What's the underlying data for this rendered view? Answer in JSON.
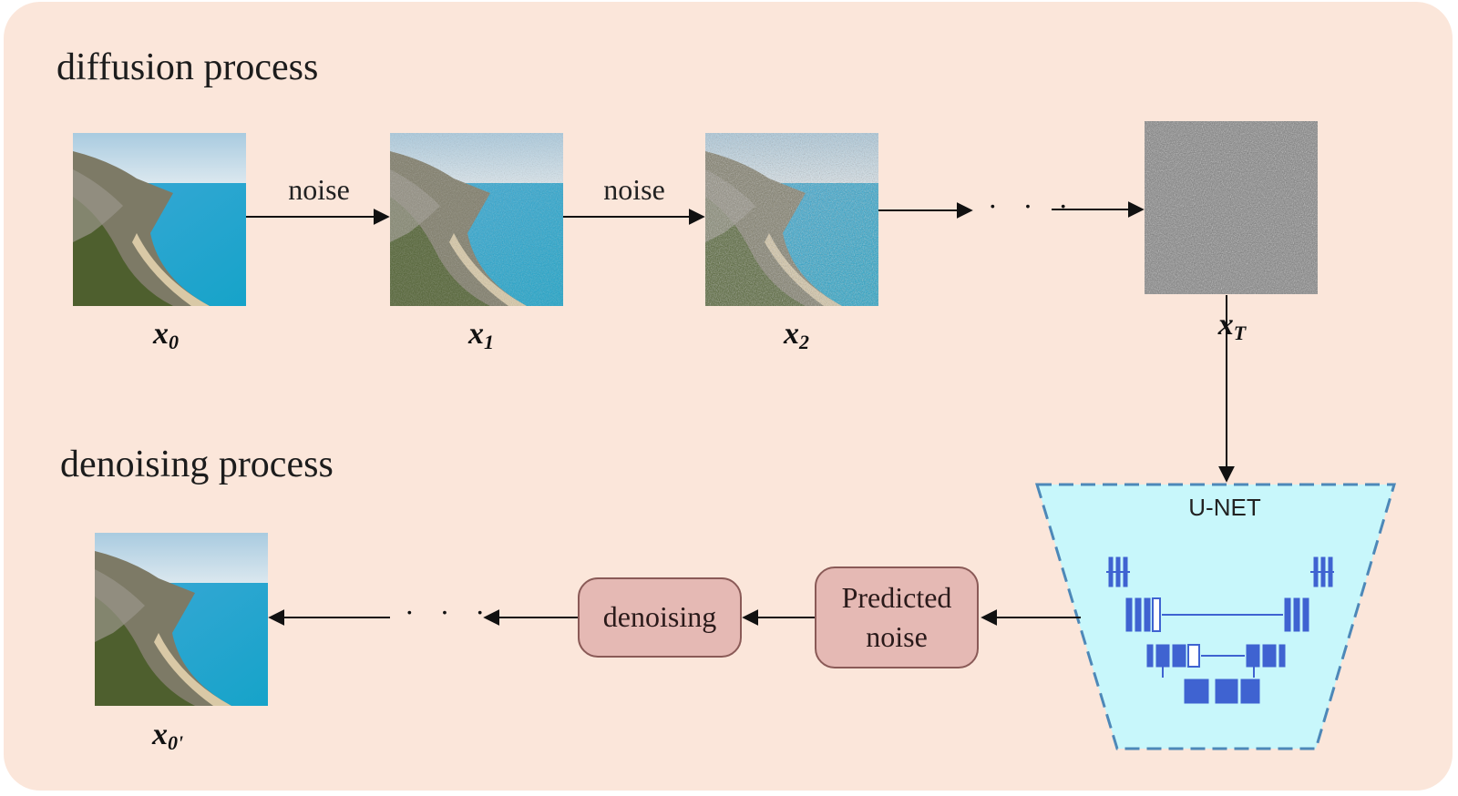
{
  "diffusion": {
    "title": "diffusion process",
    "edge_labels": [
      "noise",
      "noise"
    ],
    "ellipsis": "· · ·",
    "states": [
      {
        "var": "x",
        "sub": "0",
        "noise_level": 0.0
      },
      {
        "var": "x",
        "sub": "1",
        "noise_level": 0.45
      },
      {
        "var": "x",
        "sub": "2",
        "noise_level": 0.75
      },
      {
        "var": "x",
        "sub": "T",
        "noise_level": 1.0
      }
    ]
  },
  "denoising": {
    "title": "denoising process",
    "ellipsis": "· · ·",
    "output": {
      "var": "x",
      "sub": "0'",
      "noise_level": 0.0
    },
    "boxes": {
      "denoising": "denoising",
      "predicted_noise": [
        "Predicted",
        "noise"
      ]
    },
    "unet": {
      "label": "U-NET"
    }
  },
  "colors": {
    "panel_bg": "#fbe6da",
    "box_fill": "#e5b9b4",
    "box_border": "#8a5a57",
    "unet_fill": "#c8f7fb",
    "unet_border": "#4d88b8",
    "unet_blocks": "#3f63d1"
  }
}
